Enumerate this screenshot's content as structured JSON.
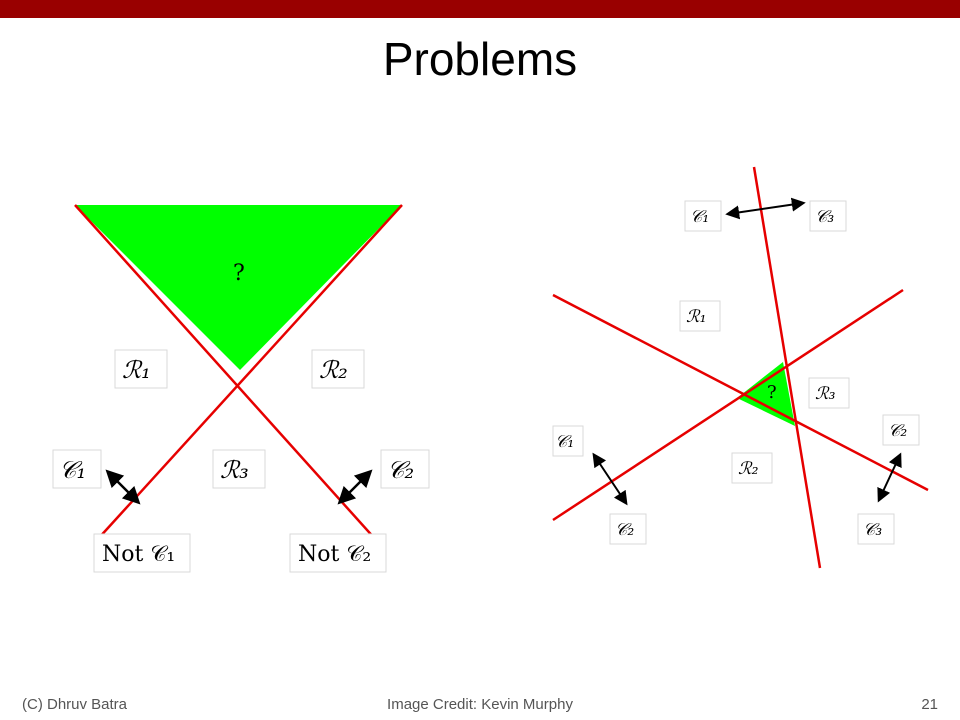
{
  "slide": {
    "title": "Problems",
    "accent_color": "#990000",
    "line_color": "#e60000",
    "region_color": "#00ff00"
  },
  "footer": {
    "left": "(C) Dhruv Batra",
    "center": "Image Credit: Kevin Murphy",
    "page_number": "21"
  },
  "left_diagram": {
    "question_mark": "?",
    "labels": {
      "r1": "ℛ₁",
      "r2": "ℛ₂",
      "r3": "ℛ₃",
      "c1": "𝒞₁",
      "c2": "𝒞₂",
      "not_c1": "Not 𝒞₁",
      "not_c2": "Not 𝒞₂"
    }
  },
  "right_diagram": {
    "question_mark": "?",
    "labels": {
      "c1_top": "𝒞₁",
      "c3_top": "𝒞₃",
      "r1": "ℛ₁",
      "r2": "ℛ₂",
      "r3": "ℛ₃",
      "c1_left": "𝒞₁",
      "c2_left": "𝒞₂",
      "c2_right": "𝒞₂",
      "c3_right": "𝒞₃"
    }
  }
}
